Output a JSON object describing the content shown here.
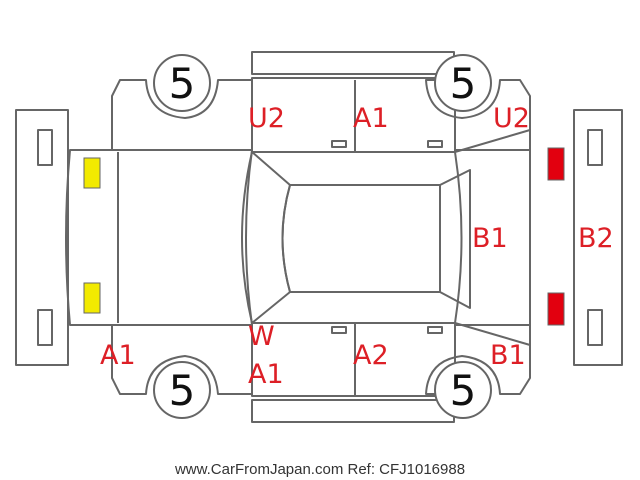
{
  "colors": {
    "outline": "#666666",
    "code_text": "#dd1f26",
    "tire_text": "#111111",
    "lamp_yellow": "#f2ea00",
    "lamp_red": "#e2000f",
    "footer_text": "#333333"
  },
  "tires": {
    "front_left": "5",
    "rear_left": "5",
    "front_right": "5",
    "rear_right": "5"
  },
  "damage_codes": {
    "upper_front_fender": "U2",
    "upper_front_door": "A1",
    "upper_rear_fender": "U2",
    "tailgate": "B1",
    "rear_bumper": "B2",
    "front_bumper_lower": "A1",
    "lower_windshield_pillar_w": "W",
    "lower_windshield_pillar_a": "A1",
    "lower_front_door": "A2",
    "lower_rear_fender": "B1"
  },
  "lamps": {
    "front": "yellow",
    "rear": "red"
  },
  "footer": {
    "text": "www.CarFromJapan.com Ref: CFJ1016988"
  }
}
